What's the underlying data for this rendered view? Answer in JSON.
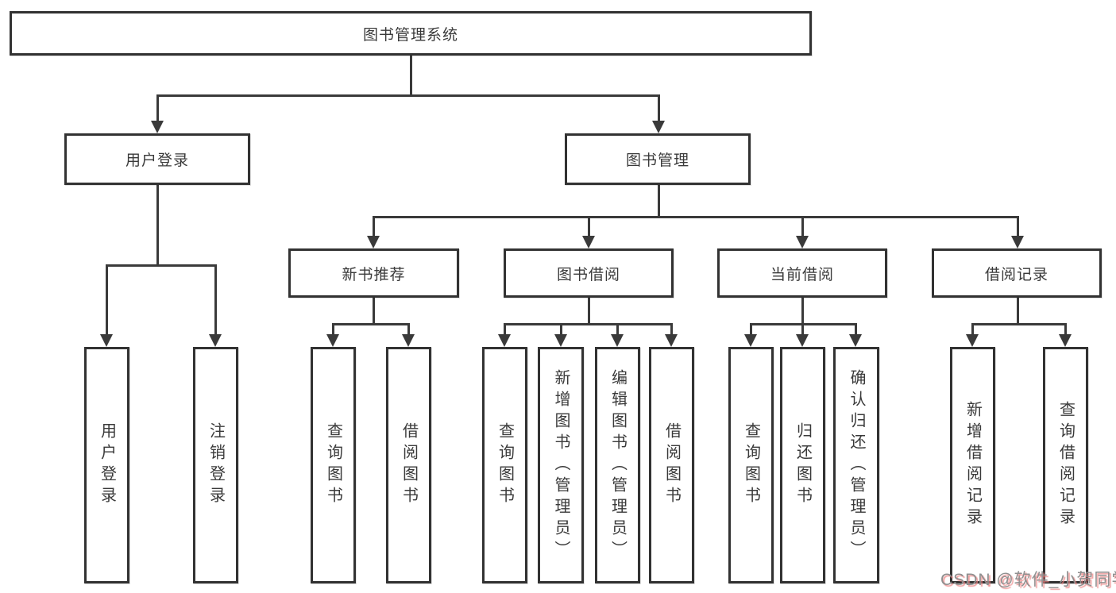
{
  "root": "图书管理系统",
  "level2": {
    "user_login": "用户登录",
    "book_management": "图书管理"
  },
  "login_children": [
    "用户登录",
    "注销登录"
  ],
  "mgmt_groups": [
    {
      "label": "新书推荐",
      "children": [
        "查询图书",
        "借阅图书"
      ]
    },
    {
      "label": "图书借阅",
      "children": [
        "查询图书",
        "新增图书（管理员）",
        "编辑图书（管理员）",
        "借阅图书"
      ]
    },
    {
      "label": "当前借阅",
      "children": [
        "查询图书",
        "归还图书",
        "确认归还（管理员）"
      ]
    },
    {
      "label": "借阅记录",
      "children": [
        "新增借阅记录",
        "查询借阅记录"
      ]
    }
  ],
  "watermark": "CSDN @软件_小贺同学",
  "colors": {
    "background": "#ffffff",
    "box_border": "#323232",
    "line": "#3a3a3a",
    "text": "#3a3a3a",
    "watermark_text": "#8f8f8f",
    "watermark_shadow": "#ec8282"
  }
}
